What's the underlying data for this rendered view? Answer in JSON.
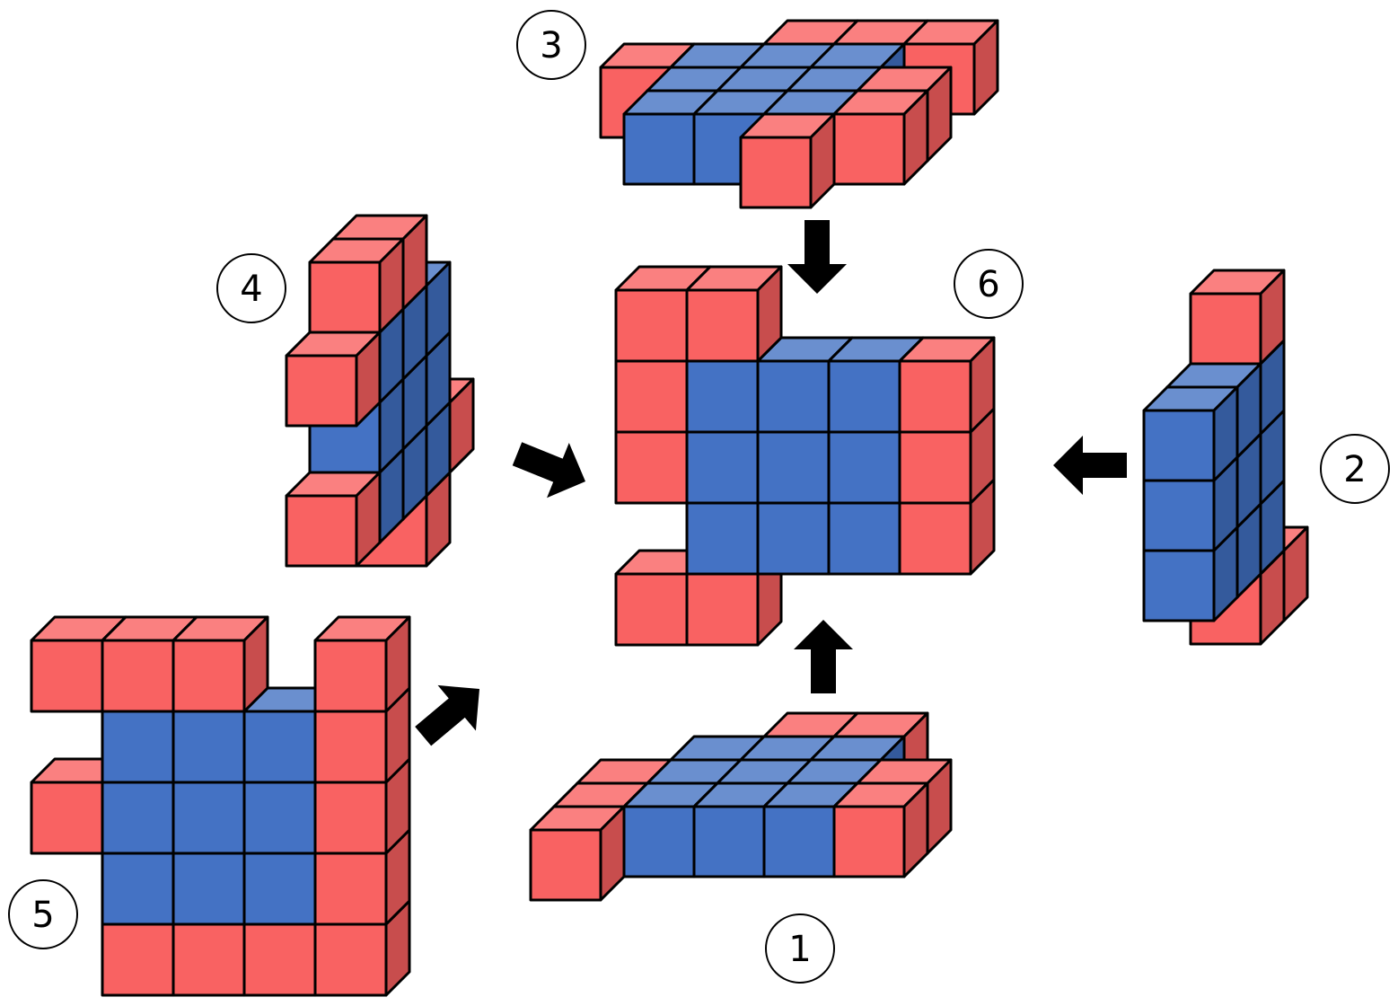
{
  "colors": {
    "red_front": "#F96262",
    "red_top": "#FA8080",
    "red_side": "#C84D4D",
    "blue_front": "#4472C4",
    "blue_top": "#6A8FCF",
    "blue_side": "#345A9C",
    "outline": "#000000",
    "arrow": "#000000"
  },
  "pieces": [
    {
      "id": "piece-1",
      "label": "1"
    },
    {
      "id": "piece-2",
      "label": "2"
    },
    {
      "id": "piece-3",
      "label": "3"
    },
    {
      "id": "piece-4",
      "label": "4"
    },
    {
      "id": "piece-5",
      "label": "5"
    },
    {
      "id": "piece-6",
      "label": "6"
    }
  ],
  "arrows": [
    {
      "from": "piece-3",
      "to": "piece-6",
      "icon": "arrow-down-icon"
    },
    {
      "from": "piece-1",
      "to": "piece-6",
      "icon": "arrow-up-icon"
    },
    {
      "from": "piece-2",
      "to": "piece-6",
      "icon": "arrow-left-icon"
    },
    {
      "from": "piece-4",
      "to": "piece-6",
      "icon": "arrow-down-right-icon"
    },
    {
      "from": "piece-5",
      "to": "piece-6",
      "icon": "arrow-up-right-icon"
    }
  ]
}
